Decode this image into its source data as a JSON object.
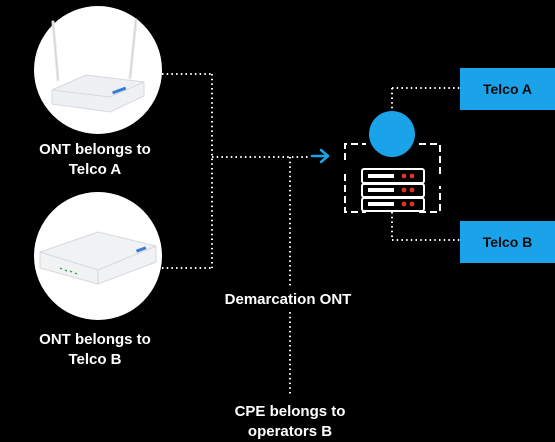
{
  "labels": {
    "ont_a": "ONT belongs to\nTelco A",
    "ont_b": "ONT belongs to\nTelco B",
    "demarcation": "Demarcation ONT",
    "cpe": "CPE belongs to\noperators B"
  },
  "telcos": {
    "a": "Telco A",
    "b": "Telco B"
  },
  "colors": {
    "accent": "#1aa3e8",
    "dots": "#ffffff",
    "led": "#e0322b"
  },
  "icons": {
    "router": "router-with-antennas-icon",
    "ont_box": "ont-box-icon",
    "server": "server-rack-icon",
    "arrow": "arrow-right-icon",
    "circle": "olt-circle-icon"
  }
}
